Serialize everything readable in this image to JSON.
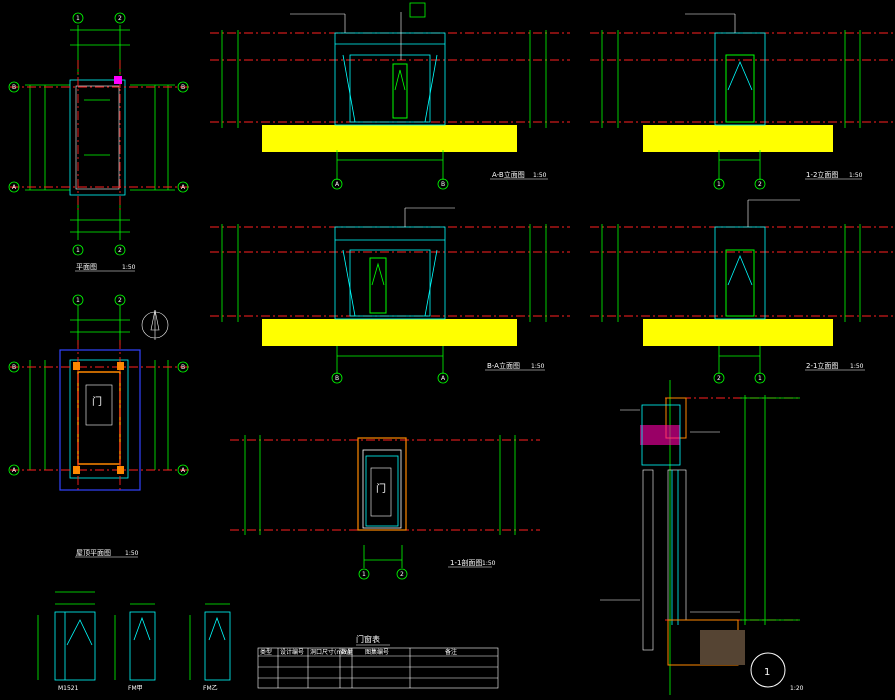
{
  "colors": {
    "background": "#000000",
    "dimension": "#00ff00",
    "wall": "#00ffff",
    "axis": "#ff2020",
    "ground": "#ffff00",
    "text": "#ffffff",
    "roof": "#3344ff",
    "accent": "#ff00ff"
  },
  "grid_labels": {
    "one": "1",
    "two": "2",
    "a": "A",
    "b": "B"
  },
  "views": {
    "elev_ab_top": "A-B立面图",
    "elev_12_top": "1-2立面图",
    "elev_ba_mid": "B-A立面图",
    "elev_21_mid": "2-1立面图",
    "plan_top": "平面图",
    "plan_roof": "屋顶平面图",
    "section": "1-1剖面图",
    "door_m1": "M1521",
    "door_m2": "FM甲",
    "door_m3": "FM乙"
  },
  "scale": "1:50",
  "table": {
    "title": "门窗表",
    "headers": [
      "类型",
      "设计编号",
      "洞口尺寸(mm)",
      "数量",
      "图集编号",
      "备注"
    ]
  },
  "detail_number": "1",
  "detail_scale": "1:20"
}
